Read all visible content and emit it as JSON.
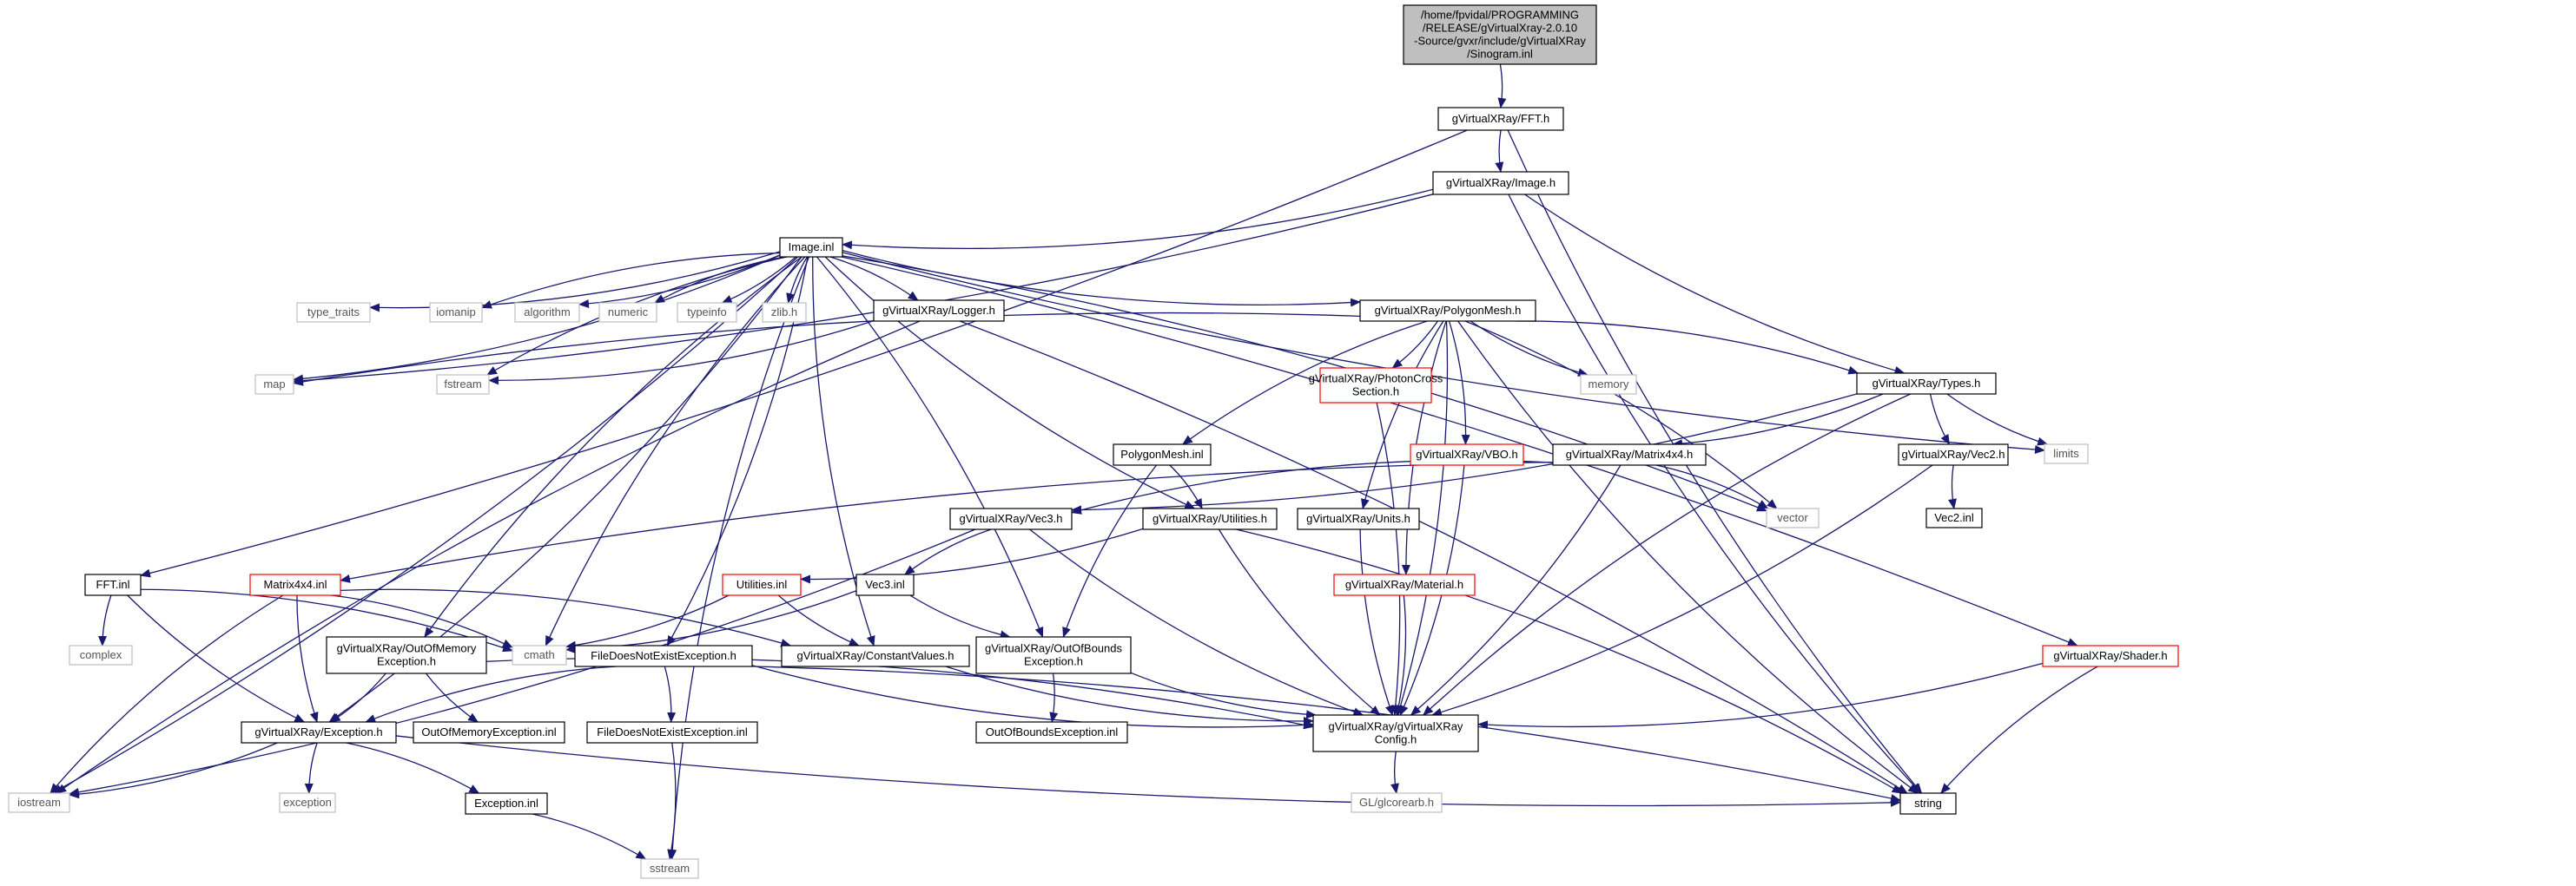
{
  "colors": {
    "edge": "#191970",
    "root_fill": "#bfbfbf",
    "node_border": "#000000",
    "missing_border": "#ff0000",
    "external_border": "#bfbfbf",
    "external_text": "#555555"
  },
  "nodes": [
    {
      "id": "root",
      "kind": "root",
      "lines": [
        "/home/fpvidal/PROGRAMMING",
        "/RELEASE/gVirtualXray-2.0.10",
        "-Source/gvxr/include/gVirtualXRay",
        "/Sinogram.inl"
      ]
    },
    {
      "id": "fft_h",
      "kind": "normal",
      "lines": [
        "gVirtualXRay/FFT.h"
      ]
    },
    {
      "id": "image_h",
      "kind": "normal",
      "lines": [
        "gVirtualXRay/Image.h"
      ]
    },
    {
      "id": "image_inl",
      "kind": "normal",
      "lines": [
        "Image.inl"
      ]
    },
    {
      "id": "type_traits",
      "kind": "external",
      "lines": [
        "type_traits"
      ]
    },
    {
      "id": "iomanip",
      "kind": "external",
      "lines": [
        "iomanip"
      ]
    },
    {
      "id": "algorithm",
      "kind": "external",
      "lines": [
        "algorithm"
      ]
    },
    {
      "id": "numeric",
      "kind": "external",
      "lines": [
        "numeric"
      ]
    },
    {
      "id": "typeinfo",
      "kind": "external",
      "lines": [
        "typeinfo"
      ]
    },
    {
      "id": "zlib",
      "kind": "external",
      "lines": [
        "zlib.h"
      ]
    },
    {
      "id": "logger",
      "kind": "normal",
      "lines": [
        "gVirtualXRay/Logger.h"
      ]
    },
    {
      "id": "polymesh_h",
      "kind": "normal",
      "lines": [
        "gVirtualXRay/PolygonMesh.h"
      ]
    },
    {
      "id": "map",
      "kind": "external",
      "lines": [
        "map"
      ]
    },
    {
      "id": "fstream",
      "kind": "external",
      "lines": [
        "fstream"
      ]
    },
    {
      "id": "photon",
      "kind": "missing",
      "lines": [
        "gVirtualXRay/PhotonCross",
        "Section.h"
      ]
    },
    {
      "id": "memory",
      "kind": "external",
      "lines": [
        "memory"
      ]
    },
    {
      "id": "types_h",
      "kind": "normal",
      "lines": [
        "gVirtualXRay/Types.h"
      ]
    },
    {
      "id": "limits",
      "kind": "external",
      "lines": [
        "limits"
      ]
    },
    {
      "id": "polymesh_inl",
      "kind": "normal",
      "lines": [
        "PolygonMesh.inl"
      ]
    },
    {
      "id": "vbo",
      "kind": "missing",
      "lines": [
        "gVirtualXRay/VBO.h"
      ]
    },
    {
      "id": "matrix_h",
      "kind": "normal",
      "lines": [
        "gVirtualXRay/Matrix4x4.h"
      ]
    },
    {
      "id": "vec2_h",
      "kind": "normal",
      "lines": [
        "gVirtualXRay/Vec2.h"
      ]
    },
    {
      "id": "vec3_h",
      "kind": "normal",
      "lines": [
        "gVirtualXRay/Vec3.h"
      ]
    },
    {
      "id": "utilities_h",
      "kind": "normal",
      "lines": [
        "gVirtualXRay/Utilities.h"
      ]
    },
    {
      "id": "units",
      "kind": "normal",
      "lines": [
        "gVirtualXRay/Units.h"
      ]
    },
    {
      "id": "vector",
      "kind": "external",
      "lines": [
        "vector"
      ]
    },
    {
      "id": "vec2_inl",
      "kind": "normal",
      "lines": [
        "Vec2.inl"
      ]
    },
    {
      "id": "fft_inl",
      "kind": "normal",
      "lines": [
        "FFT.inl"
      ]
    },
    {
      "id": "matrix_inl",
      "kind": "missing",
      "lines": [
        "Matrix4x4.inl"
      ]
    },
    {
      "id": "utilities_inl",
      "kind": "missing",
      "lines": [
        "Utilities.inl"
      ]
    },
    {
      "id": "vec3_inl",
      "kind": "normal",
      "lines": [
        "Vec3.inl"
      ]
    },
    {
      "id": "material",
      "kind": "missing",
      "lines": [
        "gVirtualXRay/Material.h"
      ]
    },
    {
      "id": "complex",
      "kind": "external",
      "lines": [
        "complex"
      ]
    },
    {
      "id": "cmath",
      "kind": "external",
      "lines": [
        "cmath"
      ]
    },
    {
      "id": "oom_h",
      "kind": "normal",
      "lines": [
        "gVirtualXRay/OutOfMemory",
        "Exception.h"
      ]
    },
    {
      "id": "fdne_h",
      "kind": "normal",
      "lines": [
        "FileDoesNotExistException.h"
      ]
    },
    {
      "id": "constants",
      "kind": "normal",
      "lines": [
        "gVirtualXRay/ConstantValues.h"
      ]
    },
    {
      "id": "oob_h",
      "kind": "normal",
      "lines": [
        "gVirtualXRay/OutOfBounds",
        "Exception.h"
      ]
    },
    {
      "id": "shader",
      "kind": "missing",
      "lines": [
        "gVirtualXRay/Shader.h"
      ]
    },
    {
      "id": "exception_h",
      "kind": "normal",
      "lines": [
        "gVirtualXRay/Exception.h"
      ]
    },
    {
      "id": "oom_inl",
      "kind": "normal",
      "lines": [
        "OutOfMemoryException.inl"
      ]
    },
    {
      "id": "fdne_inl",
      "kind": "normal",
      "lines": [
        "FileDoesNotExistException.inl"
      ]
    },
    {
      "id": "oob_inl",
      "kind": "normal",
      "lines": [
        "OutOfBoundsException.inl"
      ]
    },
    {
      "id": "config",
      "kind": "normal",
      "lines": [
        "gVirtualXRay/gVirtualXRay",
        "Config.h"
      ]
    },
    {
      "id": "iostream",
      "kind": "external",
      "lines": [
        "iostream"
      ]
    },
    {
      "id": "exception_std",
      "kind": "external",
      "lines": [
        "exception"
      ]
    },
    {
      "id": "exception_inl",
      "kind": "normal",
      "lines": [
        "Exception.inl"
      ]
    },
    {
      "id": "string",
      "kind": "normal",
      "lines": [
        "string"
      ]
    },
    {
      "id": "glcorearb",
      "kind": "external",
      "lines": [
        "GL/glcorearb.h"
      ]
    },
    {
      "id": "sstream",
      "kind": "external",
      "lines": [
        "sstream"
      ]
    }
  ],
  "edges": [
    [
      "root",
      "fft_h"
    ],
    [
      "fft_h",
      "image_h"
    ],
    [
      "fft_h",
      "fft_inl"
    ],
    [
      "fft_h",
      "string"
    ],
    [
      "image_h",
      "image_inl"
    ],
    [
      "image_h",
      "types_h"
    ],
    [
      "image_h",
      "map"
    ],
    [
      "image_h",
      "string"
    ],
    [
      "image_inl",
      "type_traits"
    ],
    [
      "image_inl",
      "iomanip"
    ],
    [
      "image_inl",
      "algorithm"
    ],
    [
      "image_inl",
      "numeric"
    ],
    [
      "image_inl",
      "typeinfo"
    ],
    [
      "image_inl",
      "zlib"
    ],
    [
      "image_inl",
      "logger"
    ],
    [
      "image_inl",
      "polymesh_h"
    ],
    [
      "image_inl",
      "map"
    ],
    [
      "image_inl",
      "fstream"
    ],
    [
      "image_inl",
      "iostream"
    ],
    [
      "image_inl",
      "cmath"
    ],
    [
      "image_inl",
      "vector"
    ],
    [
      "image_inl",
      "limits"
    ],
    [
      "image_inl",
      "shader"
    ],
    [
      "image_inl",
      "sstream"
    ],
    [
      "image_inl",
      "exception_h"
    ],
    [
      "image_inl",
      "oom_h"
    ],
    [
      "image_inl",
      "fdne_h"
    ],
    [
      "image_inl",
      "constants"
    ],
    [
      "image_inl",
      "oob_h"
    ],
    [
      "image_inl",
      "utilities_h"
    ],
    [
      "logger",
      "fstream"
    ],
    [
      "logger",
      "iostream"
    ],
    [
      "logger",
      "string"
    ],
    [
      "polymesh_h",
      "map"
    ],
    [
      "polymesh_h",
      "photon"
    ],
    [
      "polymesh_h",
      "memory"
    ],
    [
      "polymesh_h",
      "types_h"
    ],
    [
      "polymesh_h",
      "polymesh_inl"
    ],
    [
      "polymesh_h",
      "vbo"
    ],
    [
      "polymesh_h",
      "units"
    ],
    [
      "polymesh_h",
      "vector"
    ],
    [
      "polymesh_h",
      "material"
    ],
    [
      "polymesh_h",
      "config"
    ],
    [
      "polymesh_h",
      "string"
    ],
    [
      "photon",
      "config"
    ],
    [
      "types_h",
      "limits"
    ],
    [
      "types_h",
      "matrix_h"
    ],
    [
      "types_h",
      "vec2_h"
    ],
    [
      "types_h",
      "vec3_h"
    ],
    [
      "types_h",
      "config"
    ],
    [
      "polymesh_inl",
      "utilities_h"
    ],
    [
      "polymesh_inl",
      "oob_h"
    ],
    [
      "vbo",
      "config"
    ],
    [
      "matrix_h",
      "vec3_h"
    ],
    [
      "matrix_h",
      "vector"
    ],
    [
      "matrix_h",
      "matrix_inl"
    ],
    [
      "matrix_h",
      "config"
    ],
    [
      "vec2_h",
      "vec2_inl"
    ],
    [
      "vec2_h",
      "config"
    ],
    [
      "vec3_h",
      "vec3_inl"
    ],
    [
      "vec3_h",
      "iostream"
    ],
    [
      "vec3_h",
      "config"
    ],
    [
      "utilities_h",
      "utilities_inl"
    ],
    [
      "utilities_h",
      "config"
    ],
    [
      "utilities_h",
      "string"
    ],
    [
      "units",
      "config"
    ],
    [
      "material",
      "config"
    ],
    [
      "fft_inl",
      "complex"
    ],
    [
      "fft_inl",
      "cmath"
    ],
    [
      "fft_inl",
      "exception_h"
    ],
    [
      "matrix_inl",
      "cmath"
    ],
    [
      "matrix_inl",
      "exception_h"
    ],
    [
      "matrix_inl",
      "constants"
    ],
    [
      "matrix_inl",
      "iostream"
    ],
    [
      "utilities_inl",
      "cmath"
    ],
    [
      "utilities_inl",
      "constants"
    ],
    [
      "vec3_inl",
      "cmath"
    ],
    [
      "vec3_inl",
      "oob_h"
    ],
    [
      "oom_h",
      "exception_h"
    ],
    [
      "oom_h",
      "oom_inl"
    ],
    [
      "oom_h",
      "config"
    ],
    [
      "fdne_h",
      "exception_h"
    ],
    [
      "fdne_h",
      "fdne_inl"
    ],
    [
      "fdne_h",
      "config"
    ],
    [
      "fdne_h",
      "string"
    ],
    [
      "constants",
      "config"
    ],
    [
      "oob_h",
      "oob_inl"
    ],
    [
      "oob_h",
      "config"
    ],
    [
      "shader",
      "config"
    ],
    [
      "shader",
      "string"
    ],
    [
      "exception_h",
      "iostream"
    ],
    [
      "exception_h",
      "exception_std"
    ],
    [
      "exception_h",
      "exception_inl"
    ],
    [
      "exception_h",
      "string"
    ],
    [
      "fdne_inl",
      "sstream"
    ],
    [
      "config",
      "glcorearb"
    ],
    [
      "exception_inl",
      "sstream"
    ]
  ]
}
